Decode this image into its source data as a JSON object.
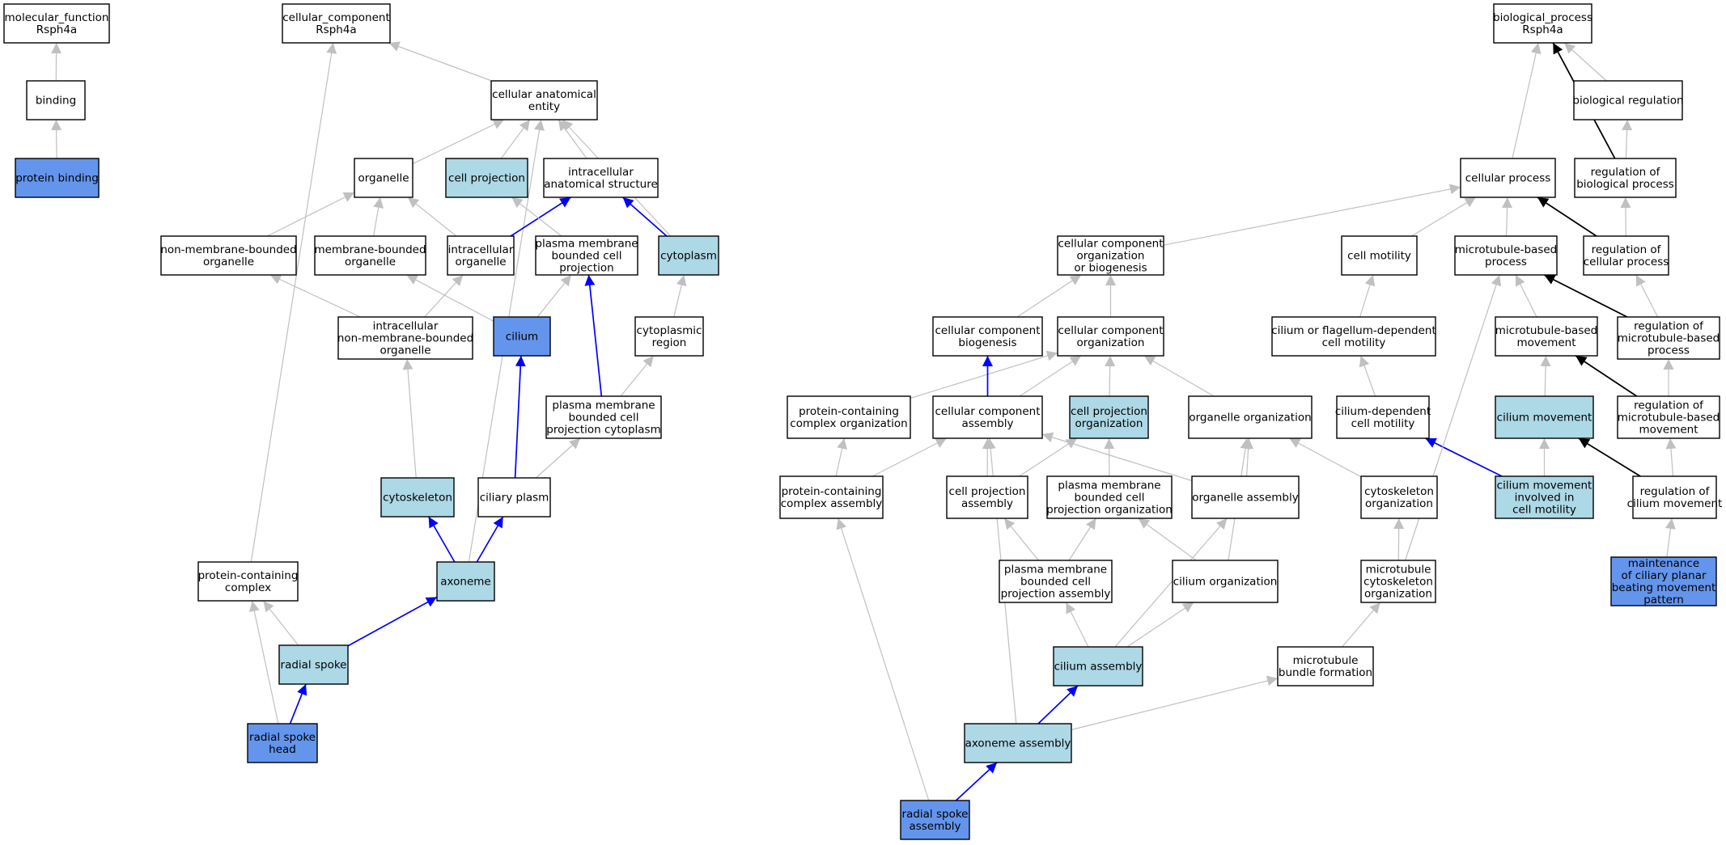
{
  "colors": {
    "plain": "#ffffff",
    "highlight": "#add8e6",
    "annotated": "#6495ed",
    "edge_is_a": "#c0c0c0",
    "edge_part_of": "#0000ff",
    "edge_regulates": "#000000"
  },
  "edge_types": [
    "is_a",
    "part_of",
    "regulates"
  ],
  "nodes": [
    {
      "id": "mf",
      "lines": [
        "molecular_function",
        "Rsph4a"
      ],
      "style": "plain"
    },
    {
      "id": "binding",
      "lines": [
        "binding"
      ],
      "style": "plain"
    },
    {
      "id": "protbind",
      "lines": [
        "protein binding"
      ],
      "style": "annotated"
    },
    {
      "id": "cc",
      "lines": [
        "cellular_component",
        "Rsph4a"
      ],
      "style": "plain"
    },
    {
      "id": "cae",
      "lines": [
        "cellular anatomical",
        "entity"
      ],
      "style": "plain"
    },
    {
      "id": "organelle",
      "lines": [
        "organelle"
      ],
      "style": "plain"
    },
    {
      "id": "cellproj",
      "lines": [
        "cell projection"
      ],
      "style": "highlight"
    },
    {
      "id": "ias",
      "lines": [
        "intracellular",
        "anatomical structure"
      ],
      "style": "plain"
    },
    {
      "id": "nmbo",
      "lines": [
        "non-membrane-bounded",
        "organelle"
      ],
      "style": "plain"
    },
    {
      "id": "mbo",
      "lines": [
        "membrane-bounded",
        "organelle"
      ],
      "style": "plain"
    },
    {
      "id": "io",
      "lines": [
        "intracellular",
        "organelle"
      ],
      "style": "plain"
    },
    {
      "id": "pmbcp",
      "lines": [
        "plasma membrane",
        "bounded cell",
        "projection"
      ],
      "style": "plain"
    },
    {
      "id": "cytoplasm",
      "lines": [
        "cytoplasm"
      ],
      "style": "highlight"
    },
    {
      "id": "inmbo",
      "lines": [
        "intracellular",
        "non-membrane-bounded",
        "organelle"
      ],
      "style": "plain"
    },
    {
      "id": "cilium",
      "lines": [
        "cilium"
      ],
      "style": "annotated"
    },
    {
      "id": "cytoreg",
      "lines": [
        "cytoplasmic",
        "region"
      ],
      "style": "plain"
    },
    {
      "id": "pmbcpc",
      "lines": [
        "plasma membrane",
        "bounded cell",
        "projection cytoplasm"
      ],
      "style": "plain"
    },
    {
      "id": "cytoskeleton",
      "lines": [
        "cytoskeleton"
      ],
      "style": "highlight"
    },
    {
      "id": "ciliaryplasm",
      "lines": [
        "ciliary plasm"
      ],
      "style": "plain"
    },
    {
      "id": "protcomplex",
      "lines": [
        "protein-containing",
        "complex"
      ],
      "style": "plain"
    },
    {
      "id": "axoneme",
      "lines": [
        "axoneme"
      ],
      "style": "highlight"
    },
    {
      "id": "radialspoke",
      "lines": [
        "radial spoke"
      ],
      "style": "highlight"
    },
    {
      "id": "rshead",
      "lines": [
        "radial spoke",
        "head"
      ],
      "style": "annotated"
    },
    {
      "id": "bp",
      "lines": [
        "biological_process",
        "Rsph4a"
      ],
      "style": "plain"
    },
    {
      "id": "bioreg",
      "lines": [
        "biological regulation"
      ],
      "style": "plain"
    },
    {
      "id": "cellproc",
      "lines": [
        "cellular process"
      ],
      "style": "plain"
    },
    {
      "id": "regbp",
      "lines": [
        "regulation of",
        "biological process"
      ],
      "style": "plain"
    },
    {
      "id": "ccob",
      "lines": [
        "cellular component",
        "organization",
        "or biogenesis"
      ],
      "style": "plain"
    },
    {
      "id": "cellmot",
      "lines": [
        "cell motility"
      ],
      "style": "plain"
    },
    {
      "id": "mtbp",
      "lines": [
        "microtubule-based",
        "process"
      ],
      "style": "plain"
    },
    {
      "id": "regcp",
      "lines": [
        "regulation of",
        "cellular process"
      ],
      "style": "plain"
    },
    {
      "id": "ccbio",
      "lines": [
        "cellular component",
        "biogenesis"
      ],
      "style": "plain"
    },
    {
      "id": "ccorg",
      "lines": [
        "cellular component",
        "organization"
      ],
      "style": "plain"
    },
    {
      "id": "cfdcm",
      "lines": [
        "cilium or flagellum-dependent",
        "cell motility"
      ],
      "style": "plain"
    },
    {
      "id": "mtbm",
      "lines": [
        "microtubule-based",
        "movement"
      ],
      "style": "plain"
    },
    {
      "id": "regmtbp",
      "lines": [
        "regulation of",
        "microtubule-based",
        "process"
      ],
      "style": "plain"
    },
    {
      "id": "pcco",
      "lines": [
        "protein-containing",
        "complex organization"
      ],
      "style": "plain"
    },
    {
      "id": "ccasm",
      "lines": [
        "cellular component",
        "assembly"
      ],
      "style": "plain"
    },
    {
      "id": "cpo",
      "lines": [
        "cell projection",
        "organization"
      ],
      "style": "highlight"
    },
    {
      "id": "orgorg",
      "lines": [
        "organelle organization"
      ],
      "style": "plain"
    },
    {
      "id": "cdcm",
      "lines": [
        "cilium-dependent",
        "cell motility"
      ],
      "style": "plain"
    },
    {
      "id": "cilmov",
      "lines": [
        "cilium movement"
      ],
      "style": "highlight"
    },
    {
      "id": "regmtbm",
      "lines": [
        "regulation of",
        "microtubule-based",
        "movement"
      ],
      "style": "plain"
    },
    {
      "id": "pcca",
      "lines": [
        "protein-containing",
        "complex assembly"
      ],
      "style": "plain"
    },
    {
      "id": "cpa",
      "lines": [
        "cell projection",
        "assembly"
      ],
      "style": "plain"
    },
    {
      "id": "pmbcpo",
      "lines": [
        "plasma membrane",
        "bounded cell",
        "projection organization"
      ],
      "style": "plain"
    },
    {
      "id": "orgasm",
      "lines": [
        "organelle assembly"
      ],
      "style": "plain"
    },
    {
      "id": "cskorg",
      "lines": [
        "cytoskeleton",
        "organization"
      ],
      "style": "plain"
    },
    {
      "id": "cmicm",
      "lines": [
        "cilium movement",
        "involved in",
        "cell motility"
      ],
      "style": "highlight"
    },
    {
      "id": "regcm",
      "lines": [
        "regulation of",
        "cilium movement"
      ],
      "style": "plain"
    },
    {
      "id": "pmbcpa",
      "lines": [
        "plasma membrane",
        "bounded cell",
        "projection assembly"
      ],
      "style": "plain"
    },
    {
      "id": "cilorg",
      "lines": [
        "cilium organization"
      ],
      "style": "plain"
    },
    {
      "id": "mtcskorg",
      "lines": [
        "microtubule",
        "cytoskeleton",
        "organization"
      ],
      "style": "plain"
    },
    {
      "id": "maint",
      "lines": [
        "maintenance",
        "of ciliary planar",
        "beating movement",
        "pattern"
      ],
      "style": "annotated"
    },
    {
      "id": "cilasm",
      "lines": [
        "cilium assembly"
      ],
      "style": "highlight"
    },
    {
      "id": "mtbf",
      "lines": [
        "microtubule",
        "bundle formation"
      ],
      "style": "plain"
    },
    {
      "id": "axasm",
      "lines": [
        "axoneme assembly"
      ],
      "style": "highlight"
    },
    {
      "id": "rsasm",
      "lines": [
        "radial spoke",
        "assembly"
      ],
      "style": "annotated"
    }
  ],
  "edges": [
    {
      "from": "binding",
      "to": "mf",
      "type": "is_a"
    },
    {
      "from": "protbind",
      "to": "binding",
      "type": "is_a"
    },
    {
      "from": "cae",
      "to": "cc",
      "type": "is_a"
    },
    {
      "from": "protcomplex",
      "to": "cc",
      "type": "is_a"
    },
    {
      "from": "organelle",
      "to": "cae",
      "type": "is_a"
    },
    {
      "from": "cellproj",
      "to": "cae",
      "type": "is_a"
    },
    {
      "from": "ias",
      "to": "cae",
      "type": "is_a"
    },
    {
      "from": "cytoplasm",
      "to": "cae",
      "type": "is_a"
    },
    {
      "from": "axoneme",
      "to": "cae",
      "type": "is_a"
    },
    {
      "from": "nmbo",
      "to": "organelle",
      "type": "is_a"
    },
    {
      "from": "mbo",
      "to": "organelle",
      "type": "is_a"
    },
    {
      "from": "io",
      "to": "organelle",
      "type": "is_a"
    },
    {
      "from": "io",
      "to": "ias",
      "type": "part_of"
    },
    {
      "from": "pmbcp",
      "to": "cellproj",
      "type": "is_a"
    },
    {
      "from": "cytoplasm",
      "to": "ias",
      "type": "part_of"
    },
    {
      "from": "inmbo",
      "to": "nmbo",
      "type": "is_a"
    },
    {
      "from": "inmbo",
      "to": "io",
      "type": "is_a"
    },
    {
      "from": "cilium",
      "to": "mbo",
      "type": "is_a"
    },
    {
      "from": "cilium",
      "to": "pmbcp",
      "type": "is_a"
    },
    {
      "from": "cytoreg",
      "to": "cytoplasm",
      "type": "is_a"
    },
    {
      "from": "pmbcpc",
      "to": "pmbcp",
      "type": "part_of"
    },
    {
      "from": "pmbcpc",
      "to": "cytoreg",
      "type": "is_a"
    },
    {
      "from": "cytoskeleton",
      "to": "inmbo",
      "type": "is_a"
    },
    {
      "from": "ciliaryplasm",
      "to": "cilium",
      "type": "part_of"
    },
    {
      "from": "ciliaryplasm",
      "to": "pmbcpc",
      "type": "is_a"
    },
    {
      "from": "axoneme",
      "to": "cytoskeleton",
      "type": "part_of"
    },
    {
      "from": "axoneme",
      "to": "ciliaryplasm",
      "type": "part_of"
    },
    {
      "from": "radialspoke",
      "to": "axoneme",
      "type": "part_of"
    },
    {
      "from": "radialspoke",
      "to": "protcomplex",
      "type": "is_a"
    },
    {
      "from": "rshead",
      "to": "radialspoke",
      "type": "part_of"
    },
    {
      "from": "rshead",
      "to": "protcomplex",
      "type": "is_a"
    },
    {
      "from": "bioreg",
      "to": "bp",
      "type": "is_a"
    },
    {
      "from": "cellproc",
      "to": "bp",
      "type": "is_a"
    },
    {
      "from": "regbp",
      "to": "bp",
      "type": "regulates"
    },
    {
      "from": "regbp",
      "to": "bioreg",
      "type": "is_a"
    },
    {
      "from": "ccob",
      "to": "cellproc",
      "type": "is_a"
    },
    {
      "from": "cellmot",
      "to": "cellproc",
      "type": "is_a"
    },
    {
      "from": "mtbp",
      "to": "cellproc",
      "type": "is_a"
    },
    {
      "from": "regcp",
      "to": "cellproc",
      "type": "regulates"
    },
    {
      "from": "regcp",
      "to": "regbp",
      "type": "is_a"
    },
    {
      "from": "ccbio",
      "to": "ccob",
      "type": "is_a"
    },
    {
      "from": "ccorg",
      "to": "ccob",
      "type": "is_a"
    },
    {
      "from": "cfdcm",
      "to": "cellmot",
      "type": "is_a"
    },
    {
      "from": "mtbm",
      "to": "mtbp",
      "type": "is_a"
    },
    {
      "from": "regmtbp",
      "to": "mtbp",
      "type": "regulates"
    },
    {
      "from": "regmtbp",
      "to": "regcp",
      "type": "is_a"
    },
    {
      "from": "pcco",
      "to": "ccorg",
      "type": "is_a"
    },
    {
      "from": "ccasm",
      "to": "ccorg",
      "type": "is_a"
    },
    {
      "from": "ccasm",
      "to": "ccbio",
      "type": "part_of"
    },
    {
      "from": "cpo",
      "to": "ccorg",
      "type": "is_a"
    },
    {
      "from": "orgorg",
      "to": "ccorg",
      "type": "is_a"
    },
    {
      "from": "cdcm",
      "to": "cfdcm",
      "type": "is_a"
    },
    {
      "from": "cilmov",
      "to": "mtbm",
      "type": "is_a"
    },
    {
      "from": "regmtbm",
      "to": "mtbm",
      "type": "regulates"
    },
    {
      "from": "regmtbm",
      "to": "regmtbp",
      "type": "is_a"
    },
    {
      "from": "pcca",
      "to": "pcco",
      "type": "is_a"
    },
    {
      "from": "pcca",
      "to": "ccasm",
      "type": "is_a"
    },
    {
      "from": "cpa",
      "to": "ccasm",
      "type": "is_a"
    },
    {
      "from": "cpa",
      "to": "cpo",
      "type": "is_a"
    },
    {
      "from": "pmbcpo",
      "to": "cpo",
      "type": "is_a"
    },
    {
      "from": "orgasm",
      "to": "ccasm",
      "type": "is_a"
    },
    {
      "from": "orgasm",
      "to": "orgorg",
      "type": "is_a"
    },
    {
      "from": "cskorg",
      "to": "orgorg",
      "type": "is_a"
    },
    {
      "from": "cmicm",
      "to": "cilmov",
      "type": "is_a"
    },
    {
      "from": "cmicm",
      "to": "cdcm",
      "type": "part_of"
    },
    {
      "from": "regcm",
      "to": "cilmov",
      "type": "regulates"
    },
    {
      "from": "regcm",
      "to": "regmtbm",
      "type": "is_a"
    },
    {
      "from": "pmbcpa",
      "to": "cpa",
      "type": "is_a"
    },
    {
      "from": "pmbcpa",
      "to": "pmbcpo",
      "type": "is_a"
    },
    {
      "from": "cilorg",
      "to": "pmbcpo",
      "type": "is_a"
    },
    {
      "from": "cilorg",
      "to": "orgorg",
      "type": "is_a"
    },
    {
      "from": "mtcskorg",
      "to": "cskorg",
      "type": "is_a"
    },
    {
      "from": "mtcskorg",
      "to": "mtbp",
      "type": "is_a"
    },
    {
      "from": "maint",
      "to": "regcm",
      "type": "is_a"
    },
    {
      "from": "cilasm",
      "to": "pmbcpa",
      "type": "is_a"
    },
    {
      "from": "cilasm",
      "to": "cilorg",
      "type": "is_a"
    },
    {
      "from": "cilasm",
      "to": "orgasm",
      "type": "is_a"
    },
    {
      "from": "mtbf",
      "to": "mtcskorg",
      "type": "is_a"
    },
    {
      "from": "axasm",
      "to": "cilasm",
      "type": "part_of"
    },
    {
      "from": "axasm",
      "to": "ccasm",
      "type": "is_a"
    },
    {
      "from": "axasm",
      "to": "mtbf",
      "type": "is_a"
    },
    {
      "from": "rsasm",
      "to": "axasm",
      "type": "part_of"
    },
    {
      "from": "rsasm",
      "to": "pcca",
      "type": "is_a"
    }
  ]
}
